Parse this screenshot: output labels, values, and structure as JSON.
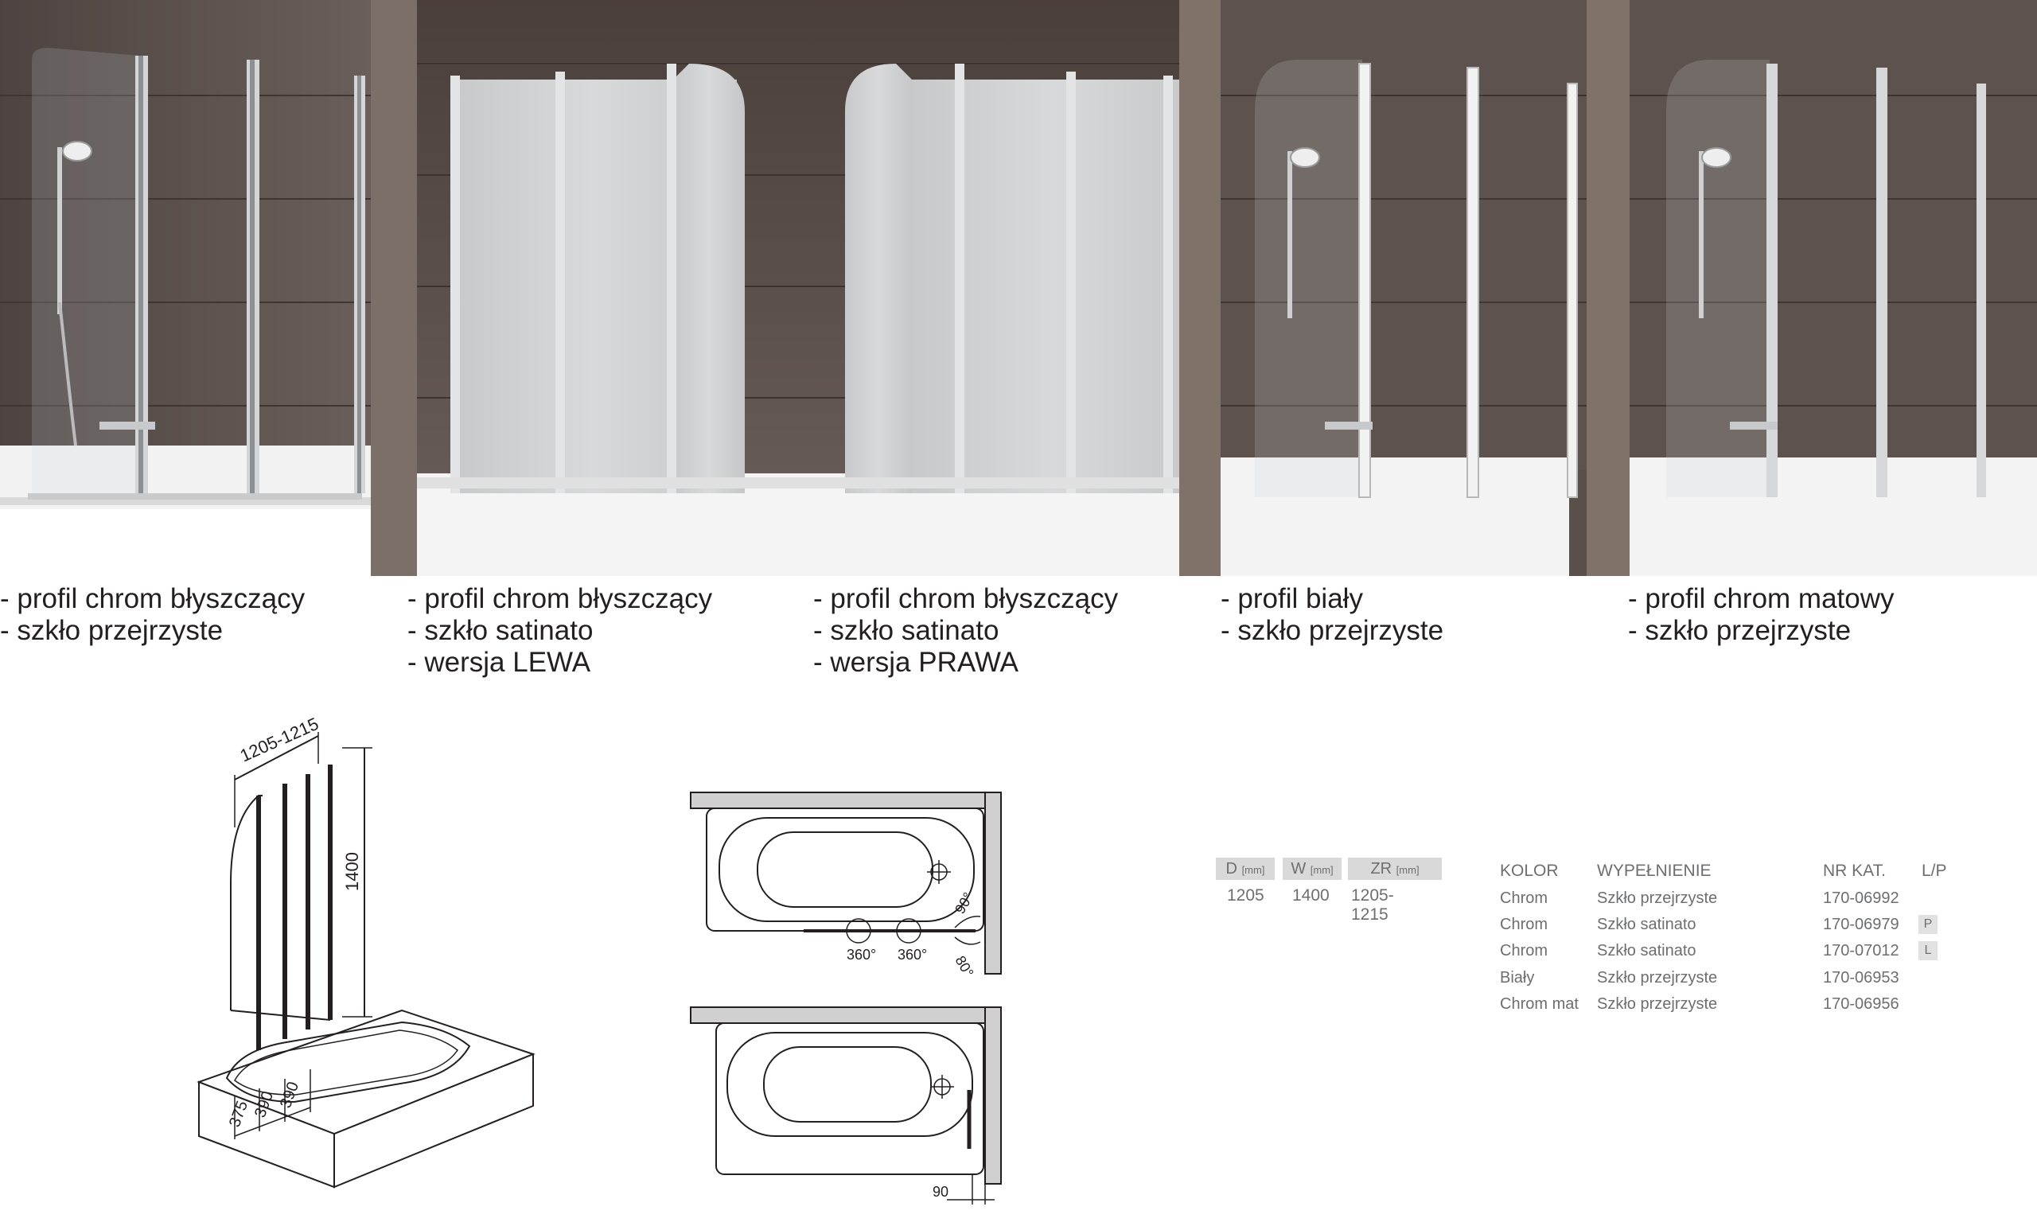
{
  "captions": [
    {
      "lines": [
        "- profil chrom błyszczący",
        "- szkło przejrzyste"
      ]
    },
    {
      "lines": [
        "- profil chrom błyszczący",
        "- szkło satinato",
        "- wersja LEWA"
      ]
    },
    {
      "lines": [
        "- profil chrom błyszczący",
        "- szkło satinato",
        "- wersja PRAWA"
      ]
    },
    {
      "lines": [
        "- profil biały",
        "- szkło przejrzyste"
      ]
    },
    {
      "lines": [
        "- profil chrom matowy",
        "- szkło przejrzyste"
      ]
    }
  ],
  "drawing_3d": {
    "width_range": "1205-1215",
    "height": "1400",
    "panel_widths": [
      "375",
      "390",
      "390"
    ]
  },
  "plan_view": {
    "rotation_1": "360°",
    "rotation_2": "360°",
    "angle_90": "90°",
    "angle_80": "80°",
    "offset": "90"
  },
  "dimensions": {
    "headers": [
      {
        "label": "D",
        "unit": "[mm]"
      },
      {
        "label": "W",
        "unit": "[mm]"
      },
      {
        "label": "ZR",
        "unit": "[mm]"
      }
    ],
    "values": [
      "1205",
      "1400",
      "1205-1215"
    ]
  },
  "variants": {
    "headers": {
      "color": "KOLOR",
      "fill": "WYPEŁNIENIE",
      "cat": "NR KAT.",
      "side": "L/P"
    },
    "rows": [
      {
        "color": "Chrom",
        "fill": "Szkło przejrzyste",
        "cat": "170-06992",
        "side": ""
      },
      {
        "color": "Chrom",
        "fill": "Szkło satinato",
        "cat": "170-06979",
        "side": "P"
      },
      {
        "color": "Chrom",
        "fill": "Szkło satinato",
        "cat": "170-07012",
        "side": "L"
      },
      {
        "color": "Biały",
        "fill": "Szkło przejrzyste",
        "cat": "170-06953",
        "side": ""
      },
      {
        "color": "Chrom mat",
        "fill": "Szkło przejrzyste",
        "cat": "170-06956",
        "side": ""
      }
    ]
  }
}
